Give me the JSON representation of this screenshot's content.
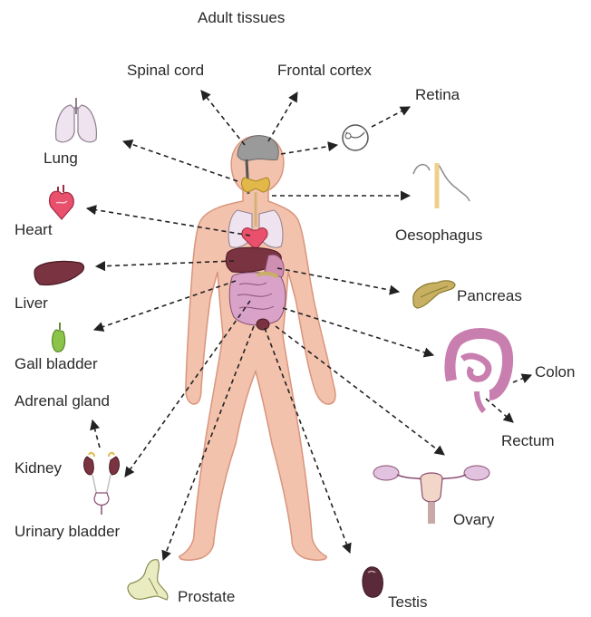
{
  "title": "Adult tissues",
  "labels": {
    "spinal_cord": "Spinal cord",
    "frontal_cortex": "Frontal cortex",
    "retina": "Retina",
    "lung": "Lung",
    "heart": "Heart",
    "oesophagus": "Oesophagus",
    "liver": "Liver",
    "pancreas": "Pancreas",
    "gall_bladder": "Gall bladder",
    "colon": "Colon",
    "adrenal_gland": "Adrenal gland",
    "rectum": "Rectum",
    "kidney": "Kidney",
    "ovary": "Ovary",
    "urinary_bladder": "Urinary bladder",
    "prostate": "Prostate",
    "testis": "Testis"
  },
  "colors": {
    "skin": "#f2c2ad",
    "skin_outline": "#d9957d",
    "arrow": "#222222",
    "liver": "#7a3340",
    "intestine": "#d9a3c9",
    "thyroid": "#e3b84a",
    "gall": "#8cc44a",
    "pancreas": "#c7b062",
    "lung": "#efe3ef",
    "heart": "#e8506c",
    "testis": "#5a2a3a"
  }
}
